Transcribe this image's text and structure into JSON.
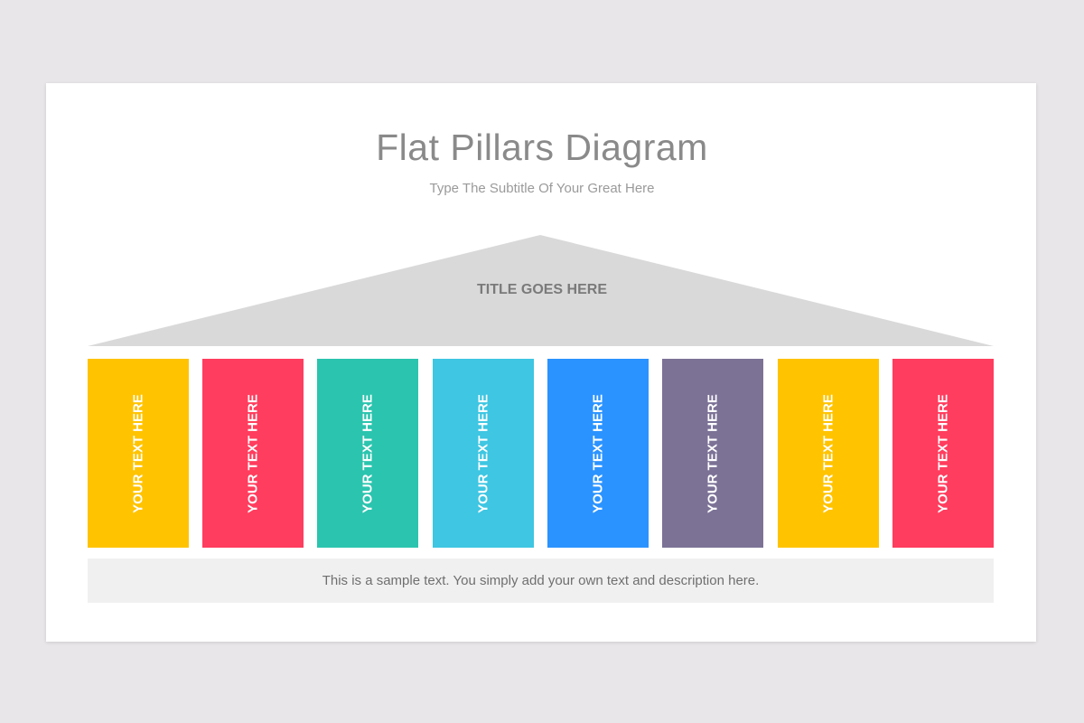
{
  "title": "Flat Pillars Diagram",
  "subtitle": "Type The Subtitle Of Your Great Here",
  "roof": {
    "label": "TITLE GOES HERE",
    "color": "#d9d9d9"
  },
  "pillars": [
    {
      "label": "YOUR TEXT HERE",
      "color": "#FFC300"
    },
    {
      "label": "YOUR TEXT HERE",
      "color": "#FF3D5E"
    },
    {
      "label": "YOUR TEXT HERE",
      "color": "#2BC4AE"
    },
    {
      "label": "YOUR TEXT HERE",
      "color": "#3EC6E2"
    },
    {
      "label": "YOUR TEXT HERE",
      "color": "#2B93FF"
    },
    {
      "label": "YOUR TEXT HERE",
      "color": "#7C7296"
    },
    {
      "label": "YOUR TEXT HERE",
      "color": "#FFC300"
    },
    {
      "label": "YOUR TEXT HERE",
      "color": "#FF3D5E"
    }
  ],
  "base": {
    "text": "This is a sample text. You simply add your own text and description here."
  }
}
